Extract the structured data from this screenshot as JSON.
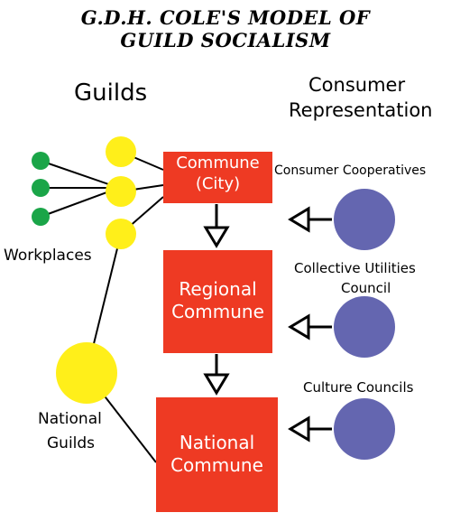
{
  "title": {
    "line1": "G.D.H. COLE'S MODEL OF",
    "line2": "GUILD SOCIALISM"
  },
  "headings": {
    "guilds": "Guilds",
    "consumer_line1": "Consumer",
    "consumer_line2": "Representation"
  },
  "labels": {
    "workplaces": "Workplaces",
    "national_guilds_line1": "National",
    "national_guilds_line2": "Guilds",
    "consumer_cooperatives": "Consumer Cooperatives",
    "collective_utilities_line1": "Collective Utilities",
    "collective_utilities_line2": "Council",
    "culture_councils": "Culture Councils"
  },
  "communes": {
    "city_line1": "Commune",
    "city_line2": "(City)",
    "regional_line1": "Regional",
    "regional_line2": "Commune",
    "national_line1": "National",
    "national_line2": "Commune"
  },
  "colors": {
    "commune_red": "#ee3a23",
    "guild_yellow": "#ffef1a",
    "workplace_green": "#1aa548",
    "consumer_blue": "#6466b0",
    "line_black": "#000000"
  }
}
